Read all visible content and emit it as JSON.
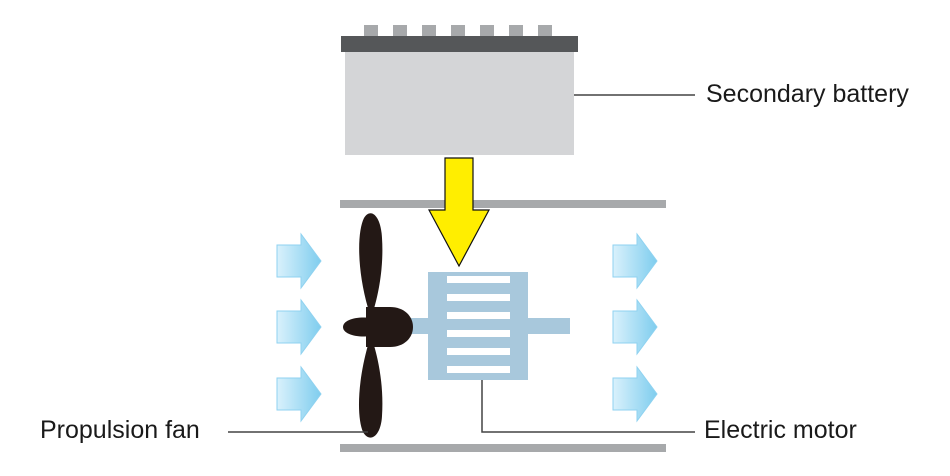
{
  "labels": {
    "battery": "Secondary battery",
    "fan": "Propulsion fan",
    "motor": "Electric motor"
  },
  "colors": {
    "battery_body": "#d4d5d7",
    "battery_top": "#555759",
    "terminal": "#a7a9ab",
    "duct": "#a7a9ab",
    "motor": "#a8c8dc",
    "motor_slot": "#ffffff",
    "arrow_yellow": "#ffee00",
    "fan_blade": "#231815",
    "flow_arrow": "#a9dcf4",
    "leader_line": "#444444"
  },
  "icons": {
    "energy_arrow": "down-arrow-icon",
    "air_flow": "right-arrow-icon"
  }
}
